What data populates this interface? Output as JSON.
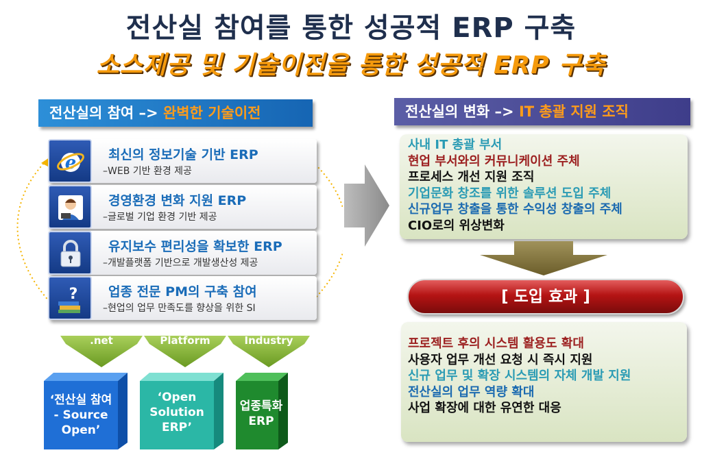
{
  "title": {
    "main": "전산실 참여를 통한 성공적 ERP 구축",
    "sub": "소스제공 및 기술이전을 통한 성공적  ERP 구축"
  },
  "left": {
    "header_prefix": "전산실의 참여 –> ",
    "header_highlight": "완벽한 기술이전",
    "items": [
      {
        "icon": "ie-browser-icon",
        "title": "최신의 정보기술 기반 ERP",
        "sub": "–WEB 기반 환경 제공"
      },
      {
        "icon": "support-agent-icon",
        "title": "경영환경 변화 지원 ERP",
        "sub": "–글로벌 기업 환경 기반 제공"
      },
      {
        "icon": "padlock-icon",
        "title": "유지보수 편리성을 확보한 ERP",
        "sub": "–개발플랫폼 기반으로 개발생산성 제공"
      },
      {
        "icon": "help-books-icon",
        "title": "업종 전문 PM의 구축 참여",
        "sub": "–현업의 업무 만족도를 향상을 위한 SI"
      }
    ],
    "arrows": [
      ".net",
      "Platform",
      "Industry"
    ],
    "cubes": [
      {
        "lines": [
          "‘전산실 참여",
          "- Source",
          "Open’"
        ],
        "color": "#1f6fd6"
      },
      {
        "lines": [
          "‘Open",
          "Solution",
          "ERP’"
        ],
        "color": "#2bb7a6"
      },
      {
        "lines": [
          "업종특화",
          "ERP"
        ],
        "color": "#1f8a2e"
      }
    ]
  },
  "right": {
    "header_prefix": "전산실의 변화 –> ",
    "header_highlight": "IT 총괄 지원 조직",
    "changes": [
      {
        "text": "사내 IT 총괄 부서",
        "tone": "teal"
      },
      {
        "text": "현업 부서와의 커뮤니케이션 주체",
        "tone": "red"
      },
      {
        "text": "프로세스 개선 지원 조직",
        "tone": "dark"
      },
      {
        "text": "기업문화 창조를 위한 솔루션 도입 주체",
        "tone": "teal"
      },
      {
        "text": "신규업무 창출을 통한 수익성 창출의 주체",
        "tone": "blue"
      },
      {
        "text": "CIO로의 위상변화",
        "tone": "dark"
      }
    ],
    "effect_label": "[ 도입 효과 ]",
    "effects": [
      {
        "text": "프로젝트 후의 시스템 활용도 확대",
        "tone": "red"
      },
      {
        "text": "사용자 업무 개선 요청 시 즉시 지원",
        "tone": "dark"
      },
      {
        "text": "신규 업무 및 확장 시스템의 자체 개발 지원",
        "tone": "teal"
      },
      {
        "text": "전산실의 업무 역량 확대",
        "tone": "blue"
      },
      {
        "text": "사업 확장에 대한 유연한 대응",
        "tone": "dark"
      }
    ]
  },
  "colors": {
    "title": "#1f2f4d",
    "subtitle": "#f59a0c",
    "highlight": "#ff9c1a",
    "arrow_green": "#8fbb3c",
    "big_arrow_gray": "#9a9a9a",
    "effect_red": "#b51414"
  }
}
